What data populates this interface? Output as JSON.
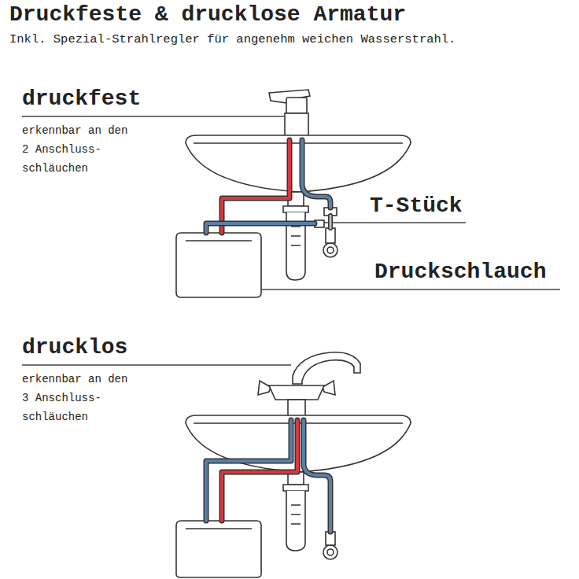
{
  "diagram": {
    "title": "Druckfeste & drucklose Armatur",
    "labels": [
      "Inkl. Spezial-Strahlregler für angenehm weichen Wasserstrahl.",
      "druckfest",
      "erkennbar an den 2 Anschluss-schläuchen",
      "T-Stück",
      "Druckschlauch",
      "drucklos",
      "erkennbar an den 3 Anschluss-schläuchen"
    ]
  }
}
